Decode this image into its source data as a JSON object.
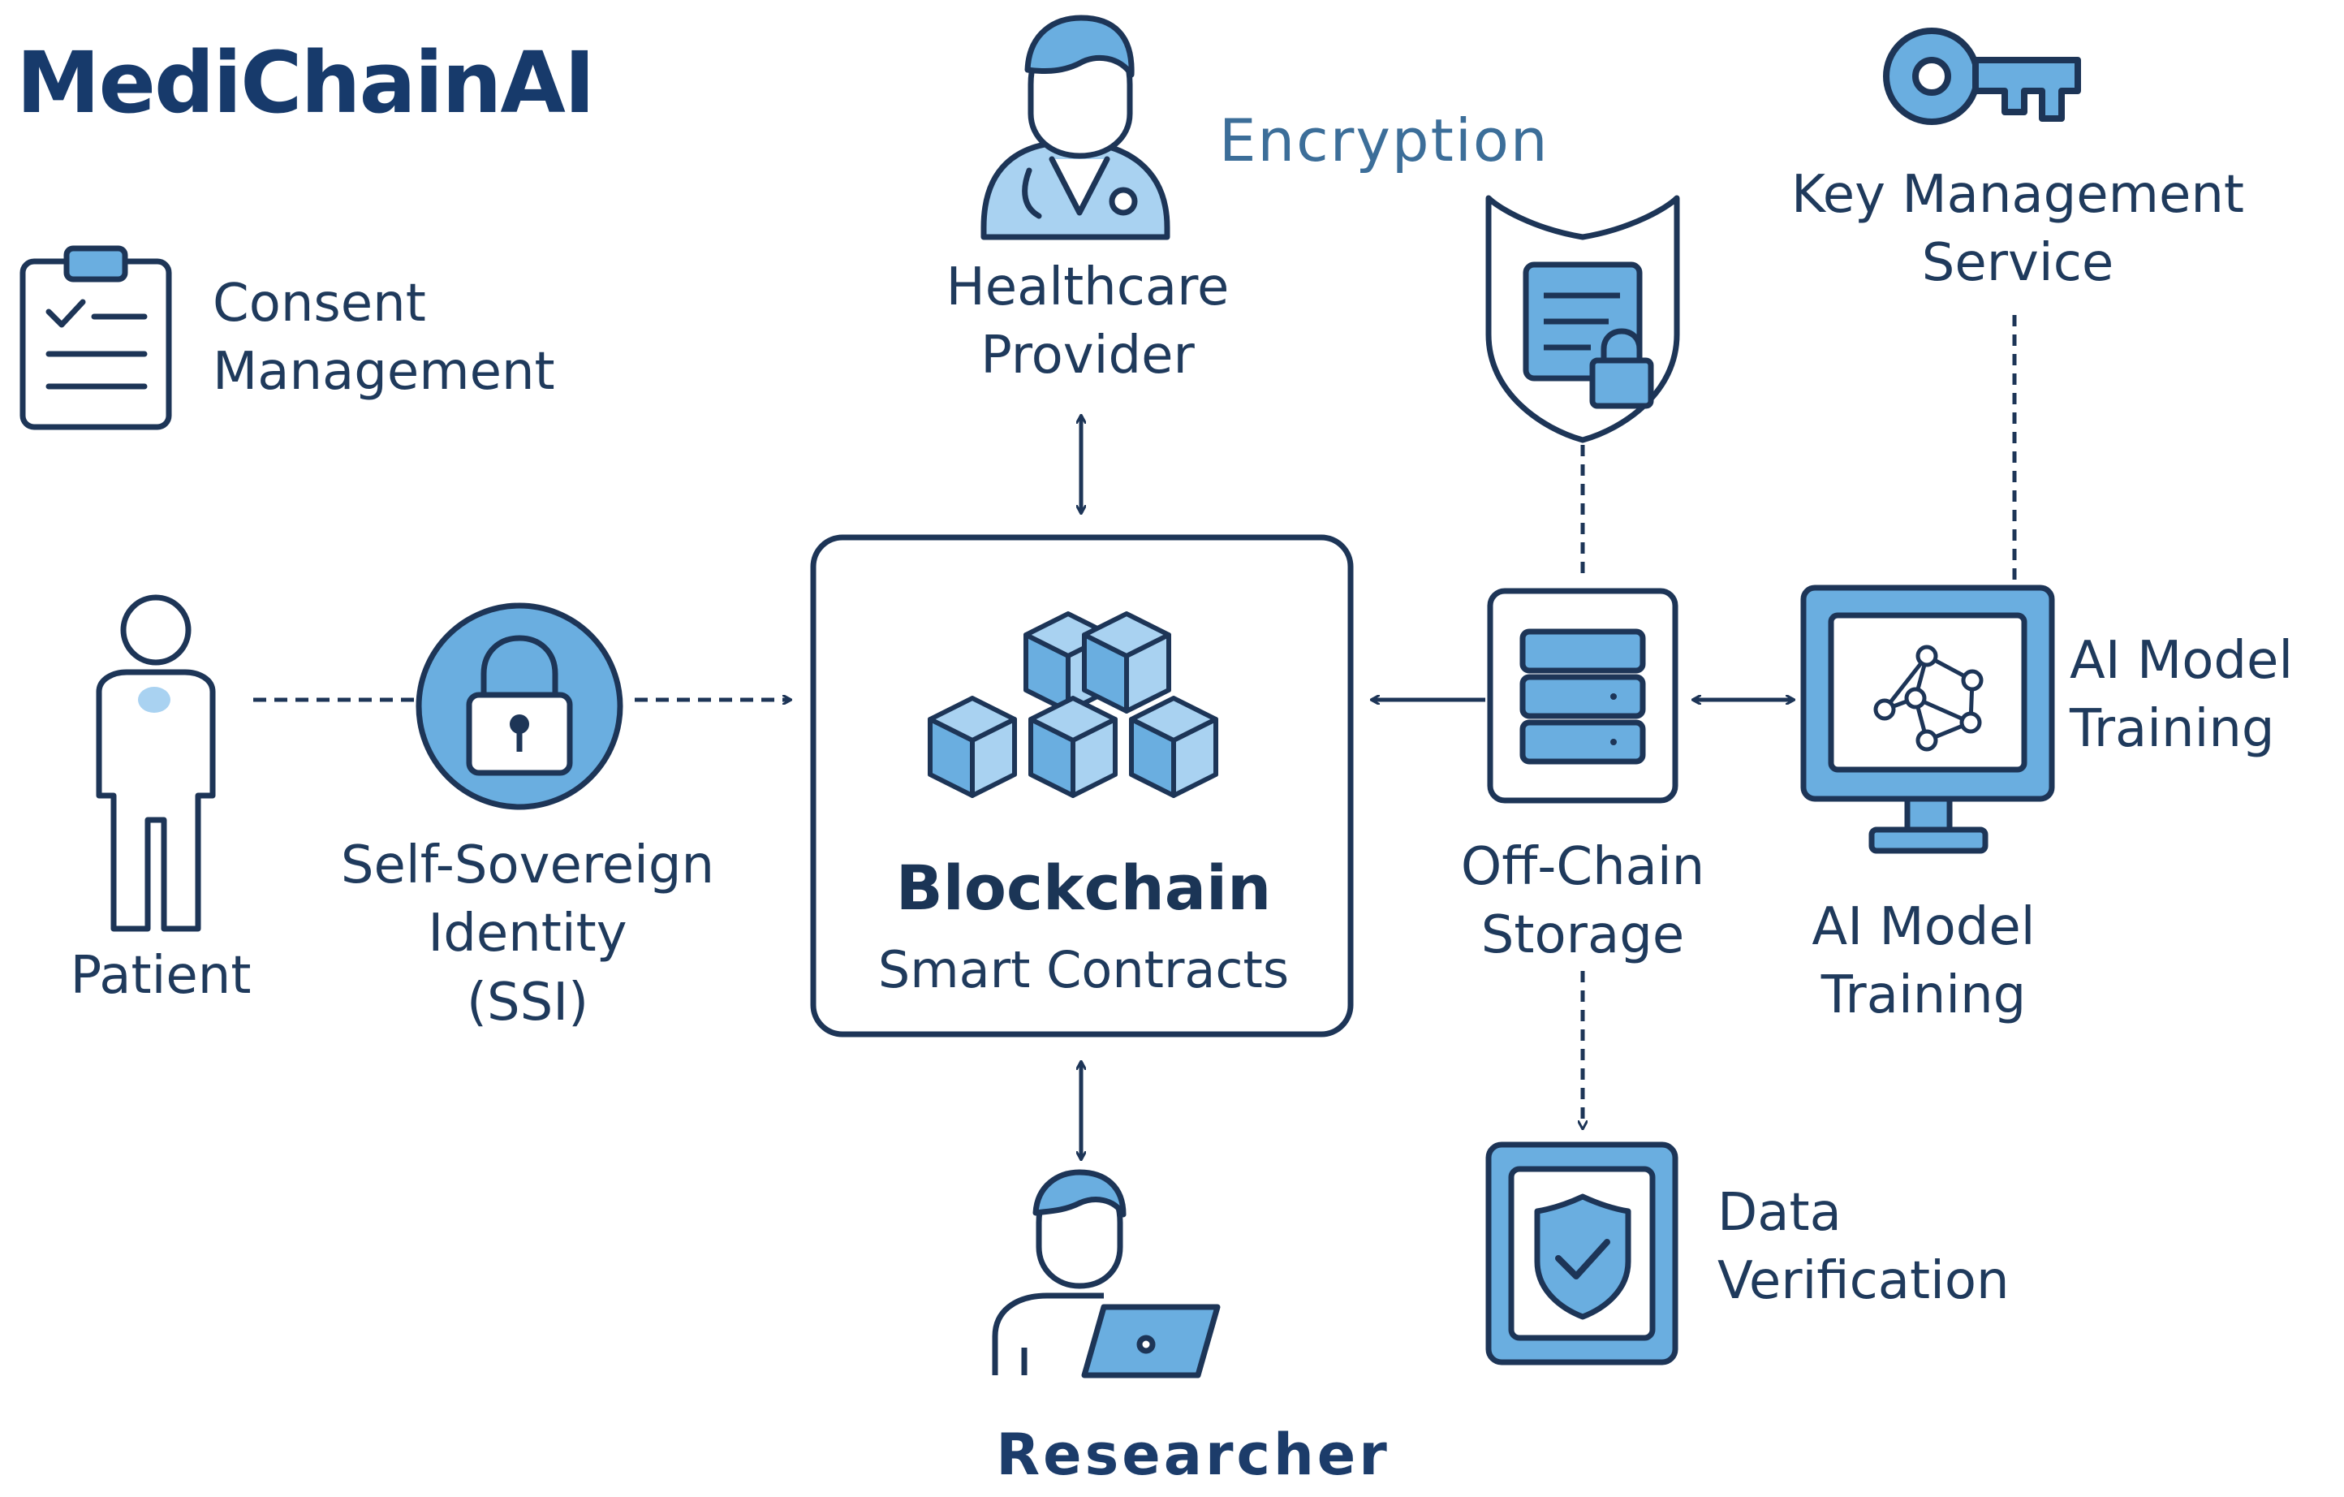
{
  "title": "MediChainAI",
  "labels": {
    "encryption": "Encryption",
    "healthcare_provider": "Healthcare\nProvider",
    "key_management": "Key Management\nService",
    "consent_management": "Consent\nManagement",
    "patient": "Patient",
    "ssi": "Self-Sovereign\nIdentity\n(SSI)",
    "blockchain_title": "Blockchain",
    "blockchain_sub": "Smart Contracts",
    "off_chain_storage": "Off-Chain\nStorage",
    "ai_model_training_side": "AI Model\nTraining",
    "ai_model_training_below": "AI Model\nTraining",
    "data_verification": "Data\nVerification",
    "researcher": "Researcher"
  },
  "icons": {
    "healthcare_provider": "doctor-icon",
    "key_management": "key-icon",
    "consent_management": "clipboard-icon",
    "patient": "person-icon",
    "ssi": "padlock-icon",
    "blockchain": "cubes-icon",
    "encryption": "shield-document-lock-icon",
    "off_chain_storage": "database-icon",
    "ai_model_training": "monitor-network-icon",
    "data_verification": "shield-check-icon",
    "researcher": "researcher-laptop-icon"
  },
  "colors": {
    "navy": "#1d3557",
    "accent_fill": "#6aaee0",
    "light_fill": "#a9d2f1",
    "title": "#173a6b"
  }
}
